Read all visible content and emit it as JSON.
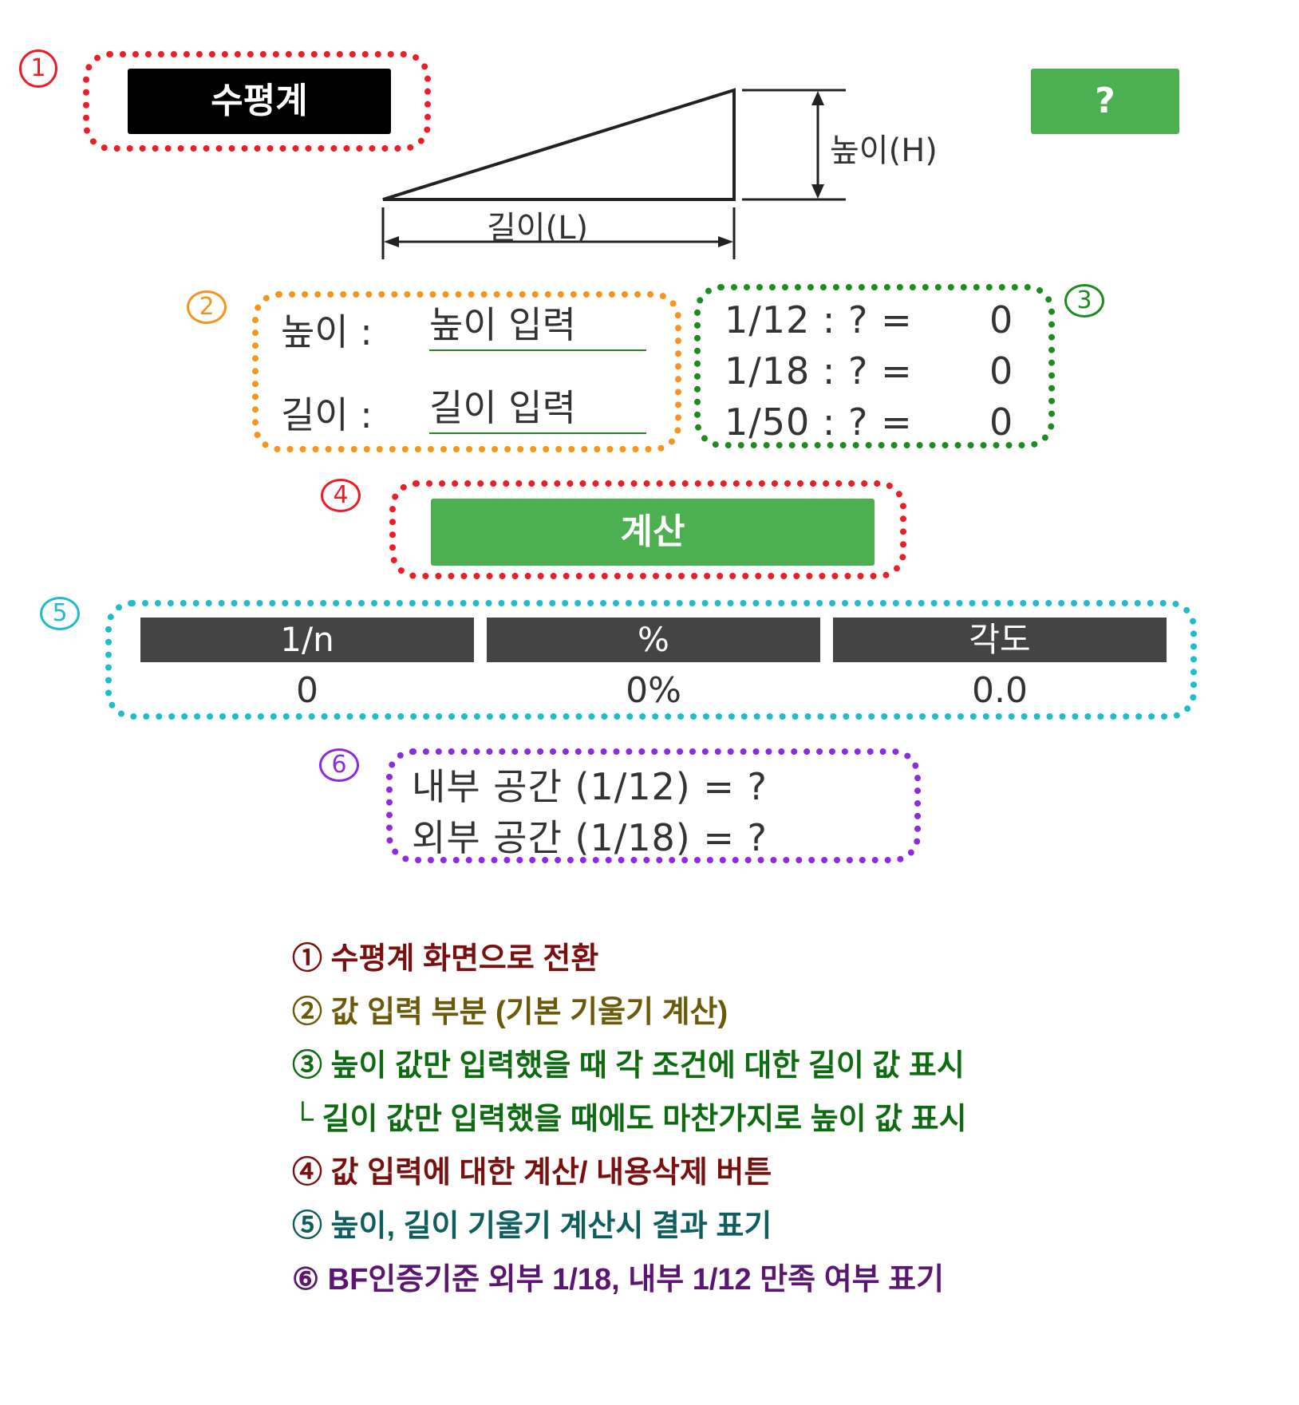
{
  "markers": {
    "m1": "①",
    "m2": "②",
    "m3": "③",
    "m4": "④",
    "m5": "⑤",
    "m6": "⑥"
  },
  "colors": {
    "red": "#ee1c25",
    "orange": "#f7941d",
    "green": "#1e8a22",
    "cyan": "#22bcc8",
    "purple": "#8b2be2",
    "button_green": "#4caf50",
    "header_gray": "#444444"
  },
  "header": {
    "level_button": "수평계",
    "help_button": "?"
  },
  "diagram": {
    "height_label": "높이(H)",
    "length_label": "길이(L)"
  },
  "inputs": {
    "height_label": "높이 :",
    "height_placeholder": "높이 입력",
    "length_label": "길이 :",
    "length_placeholder": "길이 입력"
  },
  "ratios": [
    {
      "label": "1/12 : ? =",
      "value": "0"
    },
    {
      "label": "1/18 : ? =",
      "value": "0"
    },
    {
      "label": "1/50 : ? =",
      "value": "0"
    }
  ],
  "calc_button": "계산",
  "results": {
    "headers": [
      "1/n",
      "%",
      "각도"
    ],
    "values": [
      "0",
      "0%",
      "0.0"
    ]
  },
  "conditions": [
    "내부 공간 (1/12) = ?",
    "외부 공간 (1/18) = ?"
  ],
  "legend": [
    {
      "text": "① 수평계 화면으로 전환",
      "color": "#7a0f0f"
    },
    {
      "text": "② 값 입력 부분 (기본 기울기 계산)",
      "color": "#6b5a0a"
    },
    {
      "text": "③ 높이 값만 입력했을 때 각 조건에 대한 길이 값 표시",
      "color": "#0f6b12"
    },
    {
      "text": "└ 길이 값만 입력했을 때에도 마찬가지로 높이 값 표시",
      "color": "#0f6b12"
    },
    {
      "text": "④ 값 입력에 대한 계산/ 내용삭제 버튼",
      "color": "#7a0f0f"
    },
    {
      "text": "⑤ 높이, 길이 기울기 계산시 결과 표기",
      "color": "#0f5e5e"
    },
    {
      "text": "⑥ BF인증기준 외부 1/18, 내부 1/12 만족 여부 표기",
      "color": "#5a1670"
    }
  ]
}
